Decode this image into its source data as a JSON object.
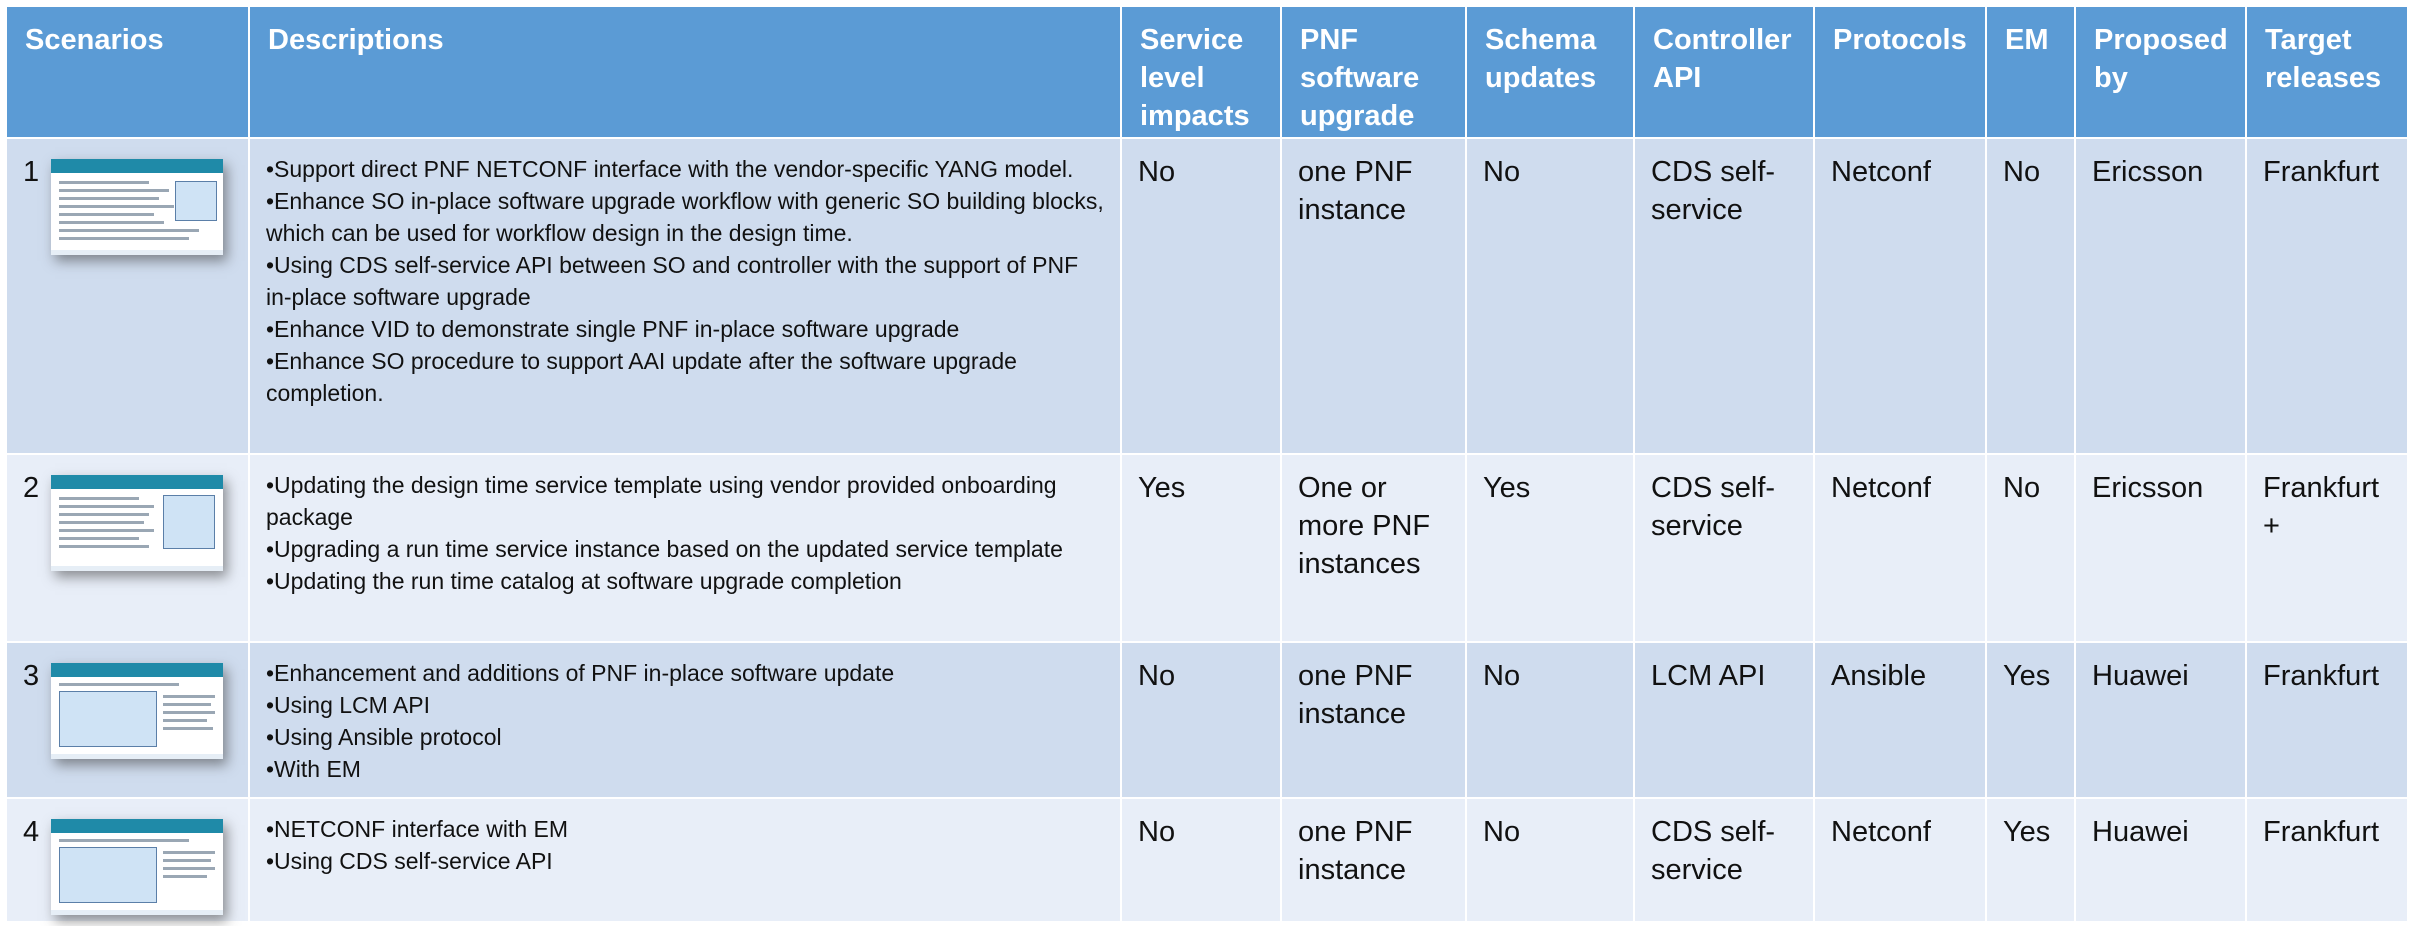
{
  "headers": [
    "Scenarios",
    "Descriptions",
    "Service level impacts",
    "PNF software upgrade",
    "Schema updates",
    "Controller API",
    "Protocols",
    "EM",
    "Proposed by",
    "Target releases"
  ],
  "rows": [
    {
      "num": "1",
      "thumbnail": "scenario-1-slide-thumbnail",
      "bullets": [
        "•Support direct PNF NETCONF interface with the vendor-specific YANG model.",
        "•Enhance SO in-place software upgrade workflow with generic SO building blocks, which can be used for workflow design in the design time.",
        "•Using CDS self-service API between SO and controller with the support of PNF in-place software upgrade",
        "•Enhance VID to demonstrate single PNF in-place software upgrade",
        "•Enhance SO procedure to support AAI update after the software upgrade completion."
      ],
      "service_impacts": "No",
      "pnf_upgrade": "one PNF instance",
      "schema_updates": "No",
      "controller_api": "CDS self-service",
      "protocols": "Netconf",
      "em": "No",
      "proposed_by": "Ericsson",
      "target": "Frankfurt"
    },
    {
      "num": "2",
      "thumbnail": "scenario-2-slide-thumbnail",
      "bullets": [
        "•Updating the design time service template using vendor provided onboarding package",
        "•Upgrading a run time service instance based on the updated service template",
        "•Updating the run time catalog at software upgrade completion"
      ],
      "service_impacts": "Yes",
      "pnf_upgrade": "One or more PNF instances",
      "schema_updates": "Yes",
      "controller_api": "CDS self-service",
      "protocols": "Netconf",
      "em": "No",
      "proposed_by": "Ericsson",
      "target": "Frankfurt +"
    },
    {
      "num": "3",
      "thumbnail": "scenario-3-slide-thumbnail",
      "bullets": [
        "•Enhancement and additions of PNF in-place software update",
        "•Using LCM API",
        "•Using Ansible protocol",
        "•With EM"
      ],
      "service_impacts": "No",
      "pnf_upgrade": "one PNF instance",
      "schema_updates": "No",
      "controller_api": "LCM API",
      "protocols": "Ansible",
      "em": "Yes",
      "proposed_by": "Huawei",
      "target": "Frankfurt"
    },
    {
      "num": "4",
      "thumbnail": "scenario-4-slide-thumbnail",
      "bullets": [
        "•NETCONF interface with EM",
        "•Using CDS self-service API"
      ],
      "service_impacts": "No",
      "pnf_upgrade": "one PNF instance",
      "schema_updates": "No",
      "controller_api": "CDS self-service",
      "protocols": "Netconf",
      "em": "Yes",
      "proposed_by": "Huawei",
      "target": "Frankfurt"
    }
  ],
  "colors": {
    "header_bg": "#5b9bd5",
    "row_odd_bg": "#cfdcee",
    "row_even_bg": "#e8eef8"
  }
}
